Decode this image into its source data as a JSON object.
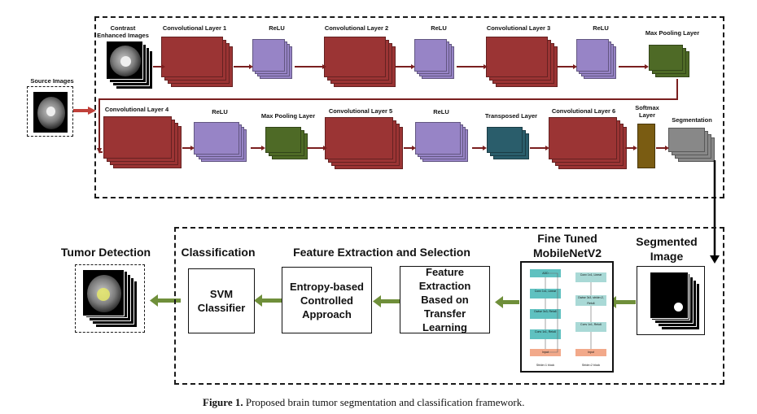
{
  "labels": {
    "source_images": "Source Images",
    "contrast_enhanced": "Contrast Enhanced Images",
    "conv1": "Convolutional Layer 1",
    "relu1": "ReLU",
    "conv2": "Convolutional Layer 2",
    "relu2": "ReLU",
    "conv3": "Convolutional Layer 3",
    "relu3": "ReLU",
    "maxpool1": "Max Pooling Layer",
    "conv4": "Convolutional Layer 4",
    "relu4": "ReLU",
    "maxpool2": "Max Pooling Layer",
    "conv5": "Convolutional Layer 5",
    "relu5": "ReLU",
    "transposed": "Transposed Layer",
    "conv6": "Convolutional Layer 6",
    "softmax": "Softmax Layer",
    "segmentation": "Segmentation"
  },
  "bottom": {
    "tumor_detection": "Tumor Detection",
    "classification": "Classification",
    "feature_extraction_selection": "Feature Extraction and Selection",
    "fine_tuned": "Fine Tuned MobileNetV2",
    "segmented_image": "Segmented Image",
    "svm_box": "SVM Classifier",
    "entropy_box": "Entropy-based Controlled Approach",
    "transfer_box": "Feature Extraction Based on Transfer Learning"
  },
  "mobilenet": {
    "left_blocks": [
      "ADD",
      "Conv 1x1, Linear",
      "Dwise 3x3, Relu6",
      "Conv 1x1, Relu6",
      "Input"
    ],
    "right_blocks": [
      "Conv 1x1, Linear",
      "Dwise 3x3, stride=2, Relu6",
      "Conv 1x1, Relu6",
      "Input"
    ],
    "left_caption": "Stride=1 block",
    "right_caption": "Stride=2 block"
  },
  "caption": {
    "prefix": "Figure 1.",
    "text": " Proposed brain tumor segmentation and classification framework."
  },
  "colors": {
    "conv": "#9b3434",
    "relu": "#9784c6",
    "maxpool": "#4e6a26",
    "transposed": "#2a5d6b",
    "softmax": "#7a5c12",
    "segmentation": "#888888",
    "arrow_red": "#7a1f1f",
    "arrow_green": "#6f8f3a",
    "mobilenet_block": "#5fc1c0",
    "mobilenet_input": "#f2a98a"
  }
}
